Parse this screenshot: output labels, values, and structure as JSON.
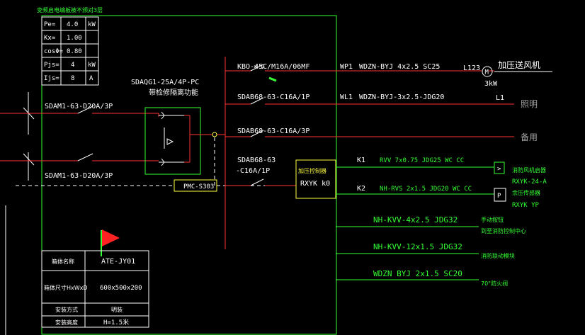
{
  "title": "变频启电编板被不颁对3层",
  "params": [
    {
      "name": "Pe=",
      "value": "4.0",
      "unit": "kW"
    },
    {
      "name": "Kx=",
      "value": "1.00",
      "unit": ""
    },
    {
      "name": "cosΦ=",
      "value": "0.80",
      "unit": ""
    },
    {
      "name": "Pjs=",
      "value": "4",
      "unit": "kW"
    },
    {
      "name": "Ijs=",
      "value": "8",
      "unit": "A"
    }
  ],
  "breakers": {
    "main_top": "SDAM1-63-D20A/3P",
    "main_bottom": "SDAM1-63-D20A/3P",
    "ats_label": "SDAQG1-25A/4P-PC",
    "ats_sub": "带检修隔离功能",
    "pmc": "PMC-S303",
    "b1": "KBO-45C/M16A/06MF",
    "b2": "SDAB68-63-C16A/1P",
    "b3": "SDAB68-63-C16A/3P",
    "b4_line1": "SDAB68-63",
    "b4_line2": "-C16A/1P"
  },
  "circuits": {
    "c1_id": "WP1",
    "c1_cable": "WDZN-BYJ 4x2.5 SC25",
    "c1_phase": "L123",
    "c1_motor": "M",
    "c1_load": "加压送风机",
    "c1_power": "3kW",
    "c2_id": "WL1",
    "c2_cable": "WDZN-BYJ-3x2.5-JDG20",
    "c2_phase": "L1",
    "c2_load": "照明",
    "c3_load": "备用"
  },
  "controller": {
    "title": "加压控制器",
    "model": "RXYK k0"
  },
  "control_lines": [
    {
      "id": "K1",
      "cable": "RVV 7x0.75 JDG25 WC CC",
      "device": "消防风机启器",
      "model": "RXYK-24-A",
      "symbol": ""
    },
    {
      "id": "K2",
      "cable": "NH-RVS 2x1.5 JDG20 WC CC",
      "device": "余压传感器",
      "model": "RXYK YP",
      "symbol": "P"
    }
  ],
  "cables": [
    {
      "text": "NH-KVV-4x2.5 JDG32",
      "note1": "手动按钮",
      "note2": "到至消防控制中心"
    },
    {
      "text": "NH-KVV-12x1.5 JDG32",
      "note1": "消防联动模块",
      "note2": ""
    },
    {
      "text": "WDZN BYJ 2x1.5 SC20",
      "note1": "70°防火阀",
      "note2": ""
    }
  ],
  "info_table": [
    {
      "label": "箱体名称",
      "value": "ATE-JY01"
    },
    {
      "label": "箱体尺寸HxWxD",
      "value": "600x500x200"
    },
    {
      "label": "安装方式",
      "value": "明装"
    },
    {
      "label": "安装高度",
      "value": "H=1.5米"
    }
  ],
  "colors": {
    "background": "#000000",
    "frame": "#33ff33",
    "power": "#ff3333",
    "text": "#ffffff",
    "controller": "#ffff44",
    "grey": "#a0a0a0"
  }
}
